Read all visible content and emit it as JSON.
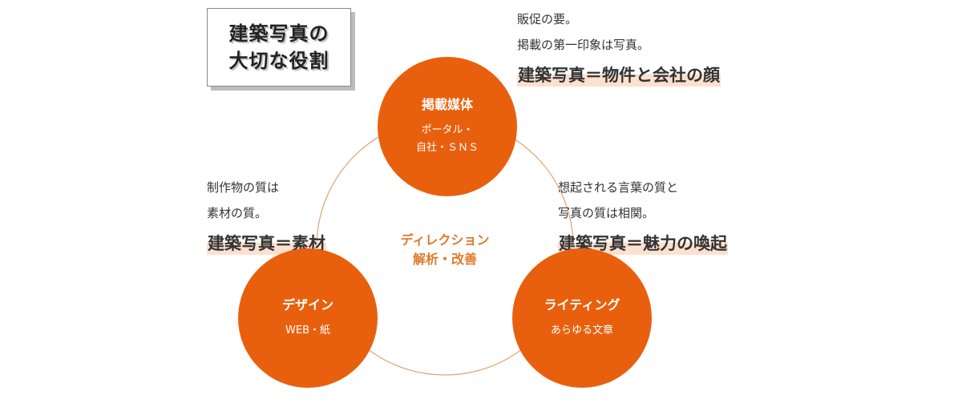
{
  "title": {
    "line1": "建築写真の",
    "line2": "大切な役割"
  },
  "nodes": {
    "top": {
      "title": "掲載媒体",
      "sub1": "ポータル・",
      "sub2": "自社・ＳＮＳ"
    },
    "left": {
      "title": "デザイン",
      "sub1": "WEB・紙"
    },
    "right": {
      "title": "ライティング",
      "sub1": "あらゆる文章"
    }
  },
  "center": {
    "line1": "ディレクション",
    "line2": "解析・改善"
  },
  "notes": {
    "top": {
      "line1": "販促の要。",
      "line2": "掲載の第一印象は写真。",
      "highlight": "建築写真＝物件と会社の顔"
    },
    "left": {
      "line1": "制作物の質は",
      "line2": "素材の質。",
      "highlight": "建築写真＝素材"
    },
    "right": {
      "line1": "想起される言葉の質と",
      "line2": "写真の質は相関。",
      "highlight": "建築写真＝魅力の喚起"
    }
  },
  "colors": {
    "node_fill": "#e8600e",
    "ring_stroke": "#e0a070",
    "center_text": "#e07a2a",
    "highlight_bg": "#fde0cf"
  }
}
